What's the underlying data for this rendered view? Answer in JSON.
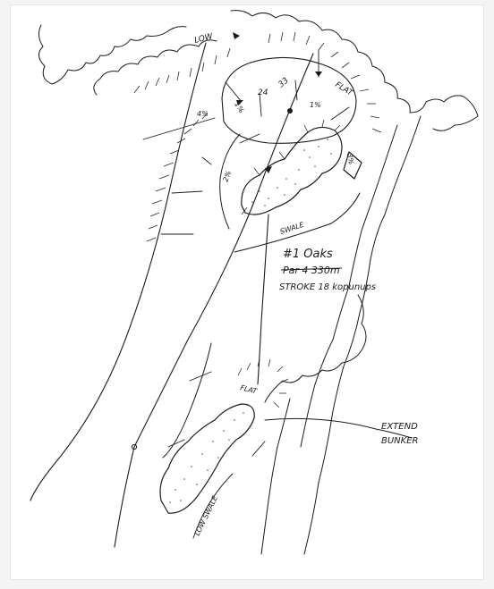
{
  "hole": {
    "title": "#1 Oaks",
    "par_line": "Par 4 330m",
    "stroke_line": "STROKE 18 kopunups"
  },
  "notes": {
    "low_top": "LOW",
    "flat": "FLAT",
    "swale": "SWALE",
    "low_swale": "LOW SWALE",
    "flat_lower": "FLAT",
    "extend_bunker_1": "EXTEND",
    "extend_bunker_2": "BUNKER"
  },
  "slopes": {
    "s1": "4%",
    "s2": "1%",
    "s3": "1%",
    "s4": "2%",
    "s5": "3%"
  },
  "green_numbers": {
    "n1": "24",
    "n2": "33"
  }
}
